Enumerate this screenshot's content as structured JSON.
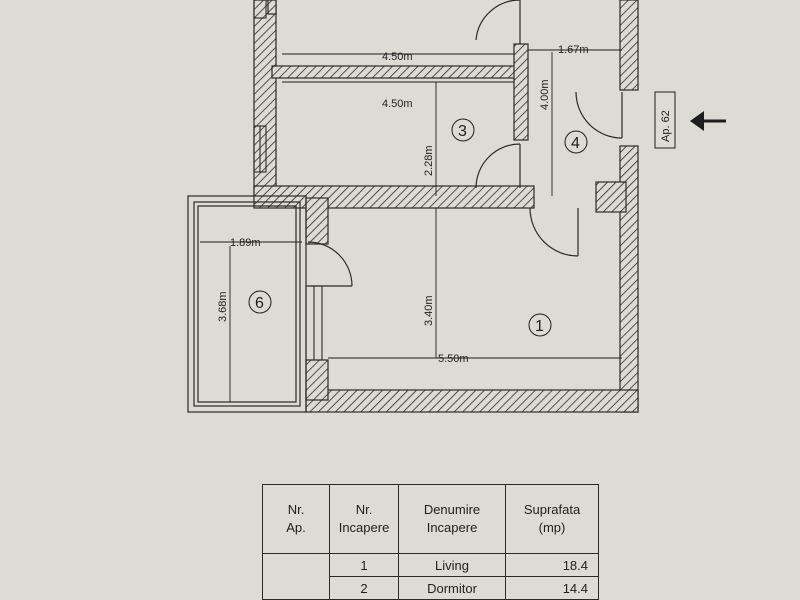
{
  "plan": {
    "dimensions": {
      "top_corridor_width": "4.50m",
      "top_right_width": "1.67m",
      "room3_width": "4.50m",
      "room3_height": "2.28m",
      "room4_height": "4.00m",
      "room6_width": "1.89m",
      "room6_height": "3.68m",
      "room1_height": "3.40m",
      "room1_width": "5.50m"
    },
    "rooms": {
      "r1": "1",
      "r3": "3",
      "r4": "4",
      "r6": "6"
    },
    "apartment_label": "Ap. 62",
    "entrance_arrow_icon": "arrow-left-icon"
  },
  "table": {
    "headers": [
      "Nr.\nAp.",
      "Nr.\nIncapere",
      "Denumire\nIncapere",
      "Suprafata\n(mp)"
    ],
    "rows": [
      {
        "ap": "",
        "nr": "1",
        "name": "Living",
        "area": "18.4"
      },
      {
        "ap": "",
        "nr": "2",
        "name": "Dormitor",
        "area": "14.4"
      }
    ]
  },
  "colors": {
    "background": "#dcdbd4",
    "ink": "#1e1e1e"
  }
}
